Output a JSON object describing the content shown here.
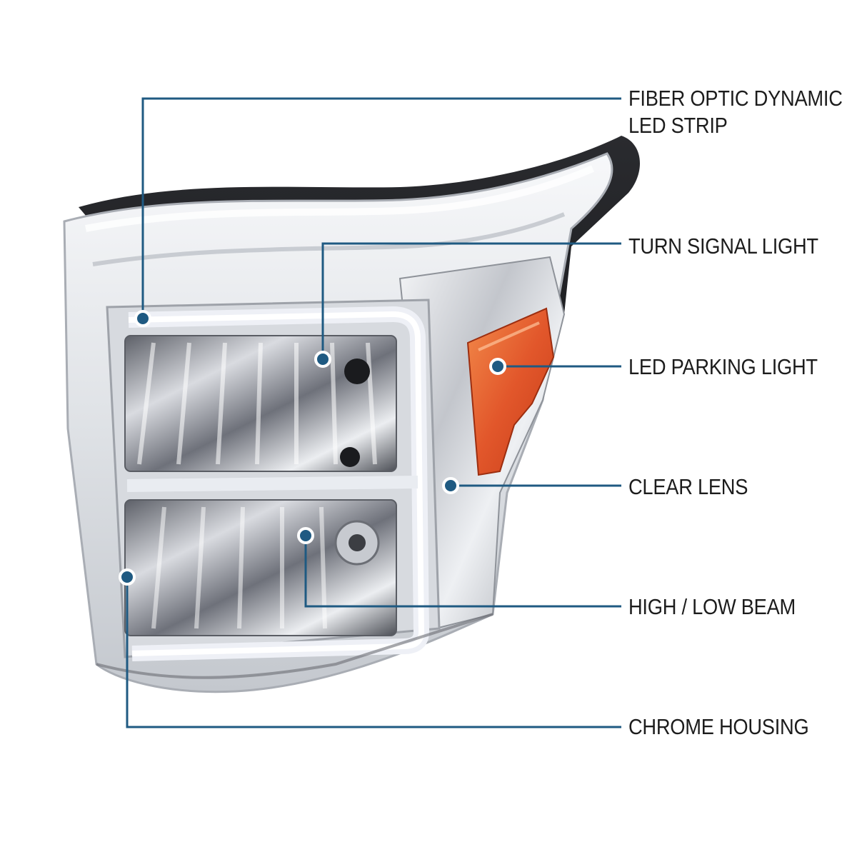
{
  "accent_color": "#1f5a82",
  "product": {
    "description": "chrome headlight with fiber optic LED strip and amber corner",
    "amber_color": "#e2572b",
    "chrome_color": "#c9ccd2",
    "led_strip_color": "#eef0f6"
  },
  "callouts": [
    {
      "id": "fiber-optic",
      "lines": [
        "FIBER OPTIC DYNAMIC",
        "LED STRIP"
      ]
    },
    {
      "id": "turn-signal",
      "lines": [
        "TURN SIGNAL LIGHT"
      ]
    },
    {
      "id": "parking",
      "lines": [
        "LED PARKING LIGHT"
      ]
    },
    {
      "id": "clear-lens",
      "lines": [
        "CLEAR LENS"
      ]
    },
    {
      "id": "beam",
      "lines": [
        "HIGH / LOW BEAM"
      ]
    },
    {
      "id": "housing",
      "lines": [
        "CHROME HOUSING"
      ]
    }
  ]
}
